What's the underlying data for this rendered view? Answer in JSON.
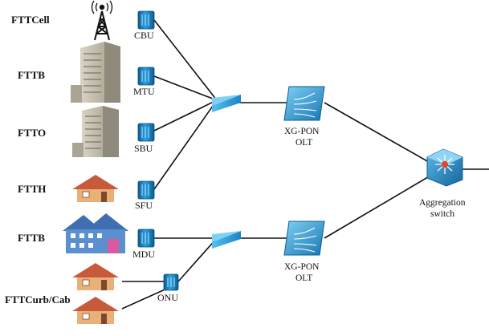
{
  "rows": [
    {
      "label": "FTTCell",
      "device": "CBU",
      "icon": "cell-tower-icon"
    },
    {
      "label": "FTTB",
      "device": "MTU",
      "icon": "office-building-icon"
    },
    {
      "label": "FTTO",
      "device": "SBU",
      "icon": "office-building-icon"
    },
    {
      "label": "FTTH",
      "device": "SFU",
      "icon": "house-icon"
    },
    {
      "label": "FTTB",
      "device": "MDU",
      "icon": "apartment-building-icon"
    },
    {
      "label": "FTTCurb/Cab",
      "device": "ONU",
      "icon": "house-icon"
    }
  ],
  "olt_top": {
    "line1": "XG-PON",
    "line2": "OLT"
  },
  "olt_bottom": {
    "line1": "XG-PON",
    "line2": "OLT"
  },
  "aggregation": {
    "line1": "Aggregation",
    "line2": "switch"
  },
  "colors": {
    "device_blue": "#1f8fd1",
    "device_dark": "#0b5d92",
    "splitter": "#2aa3df",
    "house_wall": "#e9b07a",
    "house_roof": "#c85a3c",
    "building_gray": "#bdb8a8",
    "apartment_blue": "#5a8fd0",
    "switch_blue": "#2a8fc9",
    "switch_center": "#e2492b"
  }
}
